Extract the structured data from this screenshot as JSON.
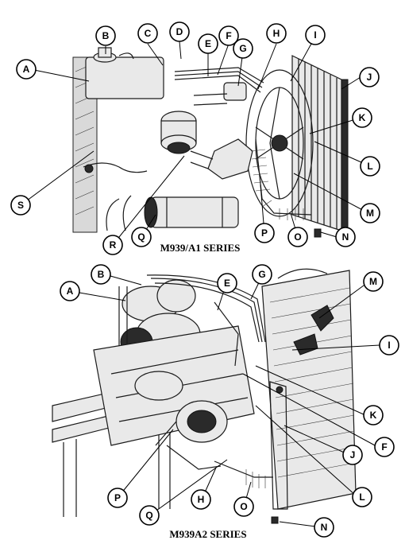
{
  "figures": [
    {
      "caption": "M939/A1 SERIES",
      "callouts": [
        "A",
        "B",
        "C",
        "D",
        "E",
        "F",
        "G",
        "H",
        "I",
        "J",
        "K",
        "L",
        "M",
        "N",
        "O",
        "P",
        "Q",
        "R",
        "S"
      ]
    },
    {
      "caption": "M939A2 SERIES",
      "callouts": [
        "A",
        "B",
        "E",
        "G",
        "M",
        "I",
        "K",
        "F",
        "J",
        "L",
        "N",
        "O",
        "H",
        "Q",
        "P"
      ]
    }
  ]
}
